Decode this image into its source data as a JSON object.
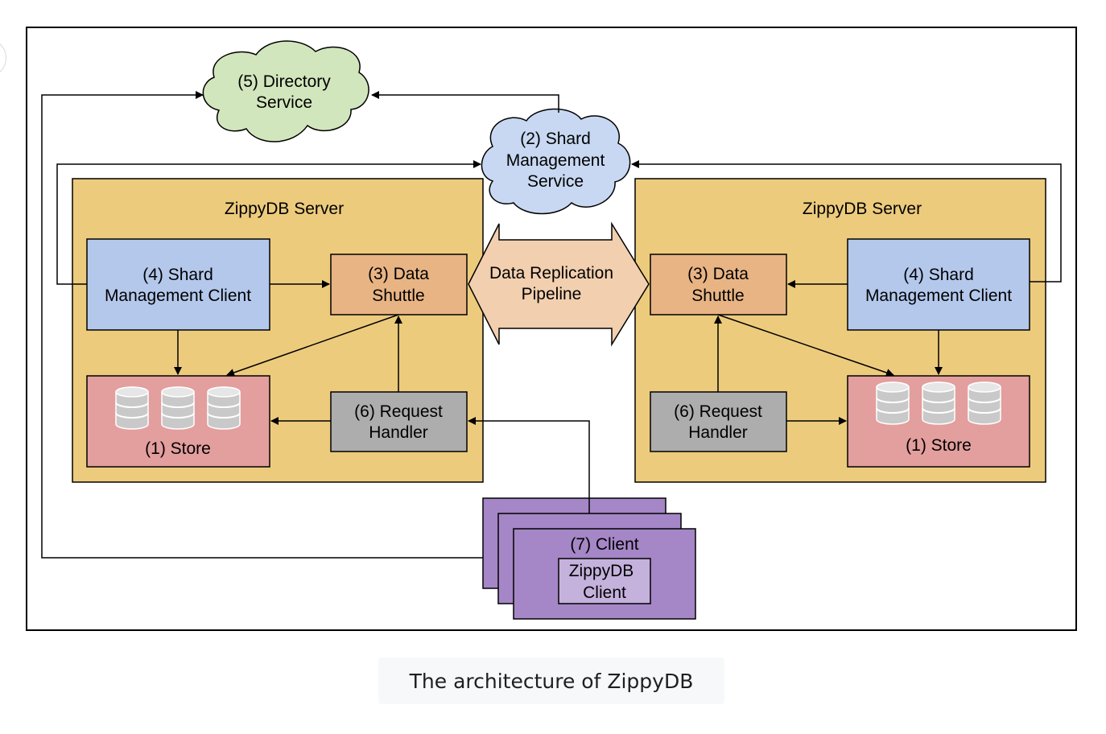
{
  "diagram": {
    "directory_service": {
      "line1": "(5) Directory",
      "line2": "Service"
    },
    "shard_management_service": {
      "line1": "(2) Shard",
      "line2": "Management",
      "line3": "Service"
    },
    "left_server": {
      "title": "ZippyDB Server",
      "shard_client": {
        "line1": "(4) Shard",
        "line2": "Management Client"
      },
      "data_shuttle": {
        "line1": "(3) Data",
        "line2": "Shuttle"
      },
      "store": {
        "label": "(1) Store"
      },
      "request_handler": {
        "line1": "(6) Request",
        "line2": "Handler"
      }
    },
    "right_server": {
      "title": "ZippyDB Server",
      "shard_client": {
        "line1": "(4) Shard",
        "line2": "Management Client"
      },
      "data_shuttle": {
        "line1": "(3) Data",
        "line2": "Shuttle"
      },
      "store": {
        "label": "(1) Store"
      },
      "request_handler": {
        "line1": "(6) Request",
        "line2": "Handler"
      }
    },
    "replication_pipeline": {
      "line1": "Data Replication",
      "line2": "Pipeline"
    },
    "client": {
      "title": "(7) Client",
      "inner_line1": "ZippyDB",
      "inner_line2": "Client"
    },
    "colors": {
      "server": "#edcb7d",
      "shard_client": "#b4c8ec",
      "data_shuttle": "#e8b484",
      "store": "#e39e9e",
      "request_handler": "#adadad",
      "directory_cloud": "#d2e6bd",
      "shard_service_cloud": "#c8d8f2",
      "pipeline": "#f2cfaf",
      "client": "#a586c6",
      "client_inner": "#c4b2dd"
    }
  },
  "caption": "The architecture of ZippyDB"
}
